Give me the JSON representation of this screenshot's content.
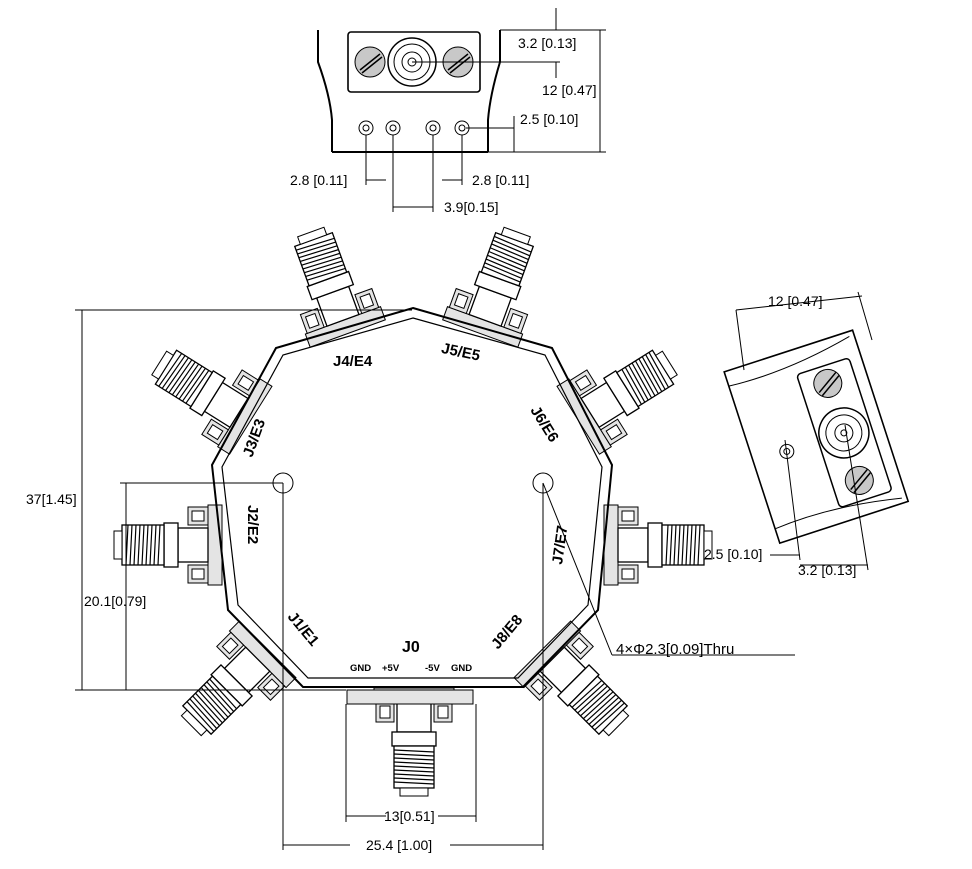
{
  "top_view": {
    "dims": {
      "dim_3_2": "3.2 [0.13]",
      "dim_12": "12 [0.47]",
      "dim_2_5": "2.5 [0.10]",
      "dim_2_8_left": "2.8 [0.11]",
      "dim_2_8_right": "2.8 [0.11]",
      "dim_3_9": "3.9[0.15]"
    }
  },
  "main_view": {
    "ports": {
      "j4": "J4/E4",
      "j5": "J5/E5",
      "j3": "J3/E3",
      "j6": "J6/E6",
      "j2": "J2/E2",
      "j7": "J7/E7",
      "j1": "J1/E1",
      "j8": "J8/E8",
      "j0": "J0"
    },
    "power_pins": {
      "gnd_left": "GND",
      "plus5": "+5V",
      "minus5": "-5V",
      "gnd_right": "GND"
    },
    "dims": {
      "dim_37": "37[1.45]",
      "dim_20_1": "20.1[0.79]",
      "dim_13": "13[0.51]",
      "dim_25_4": "25.4 [1.00]"
    },
    "hole_note": "4×Φ2.3[0.09]Thru"
  },
  "side_view": {
    "dims": {
      "dim_12": "12 [0.47]",
      "dim_2_5": "2.5 [0.10]",
      "dim_3_2": "3.2 [0.13]"
    }
  }
}
